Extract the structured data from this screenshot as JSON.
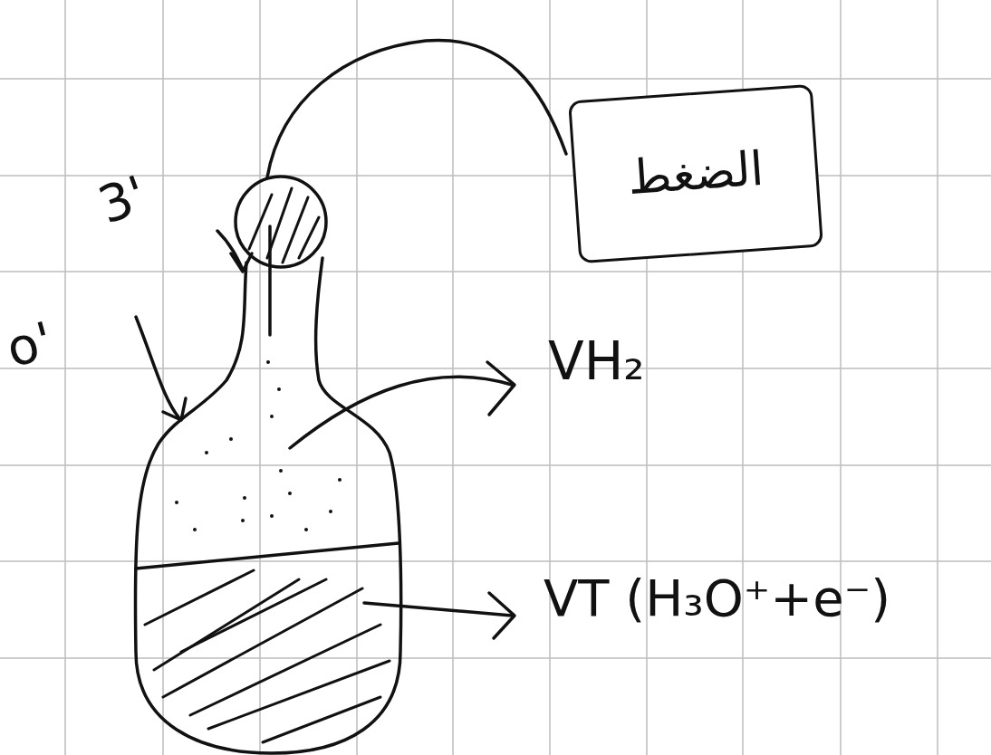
{
  "diagram": {
    "nodes": [
      {
        "text": [
          "الضغط"
        ]
      }
    ],
    "labels": [
      "VH₂",
      "VT (H₃O⁺+e⁻)",
      "3'",
      "o'"
    ]
  }
}
